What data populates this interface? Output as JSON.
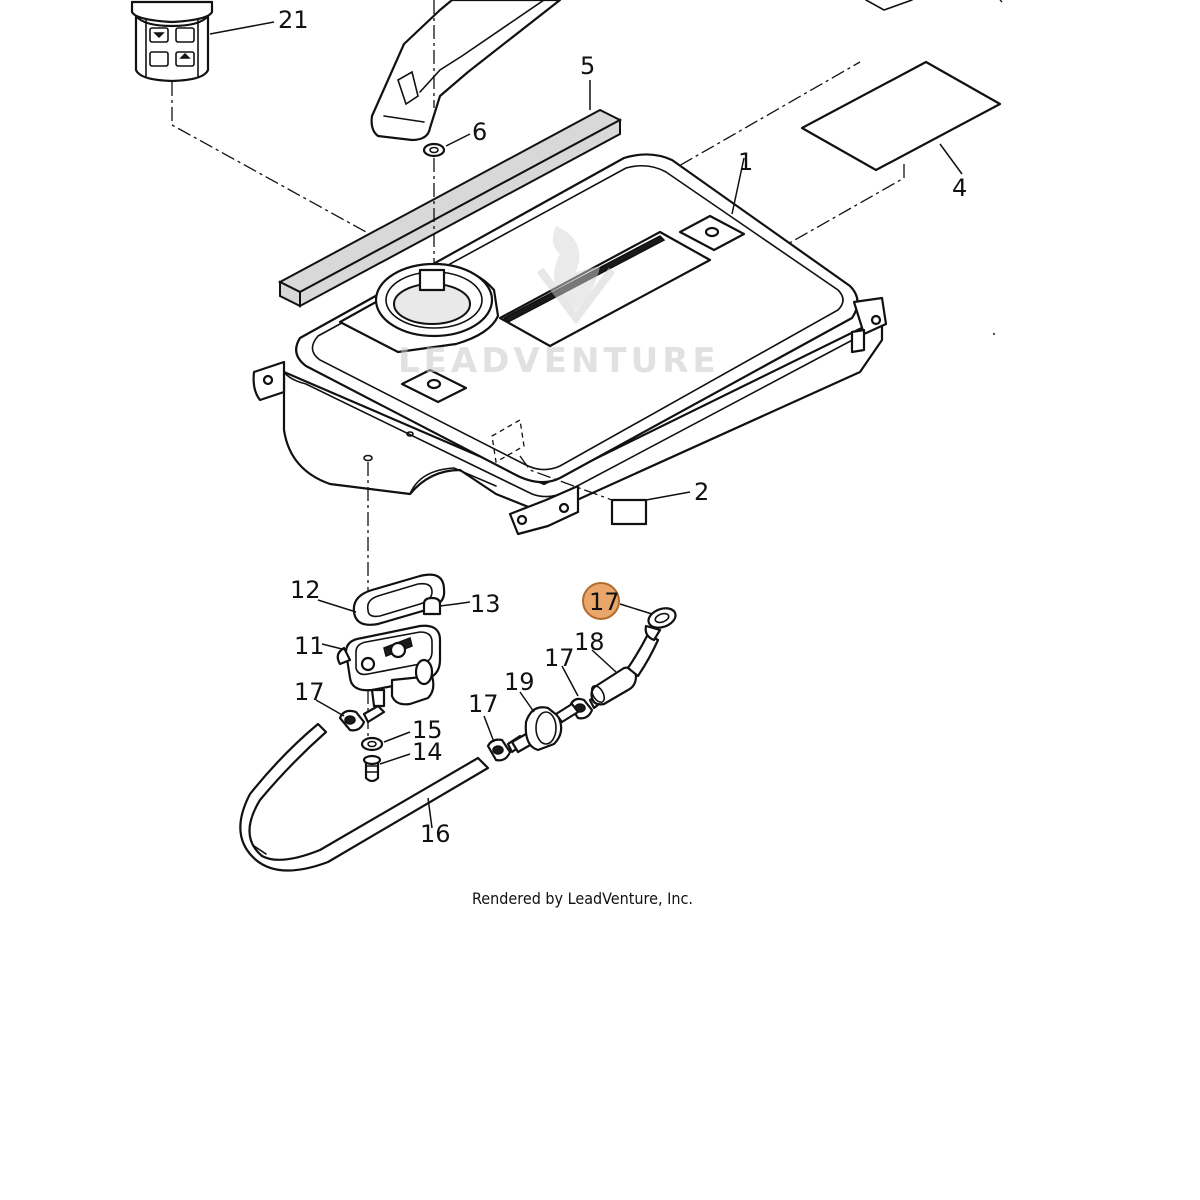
{
  "callouts": {
    "c1": "1",
    "c2": "2",
    "c4": "4",
    "c5": "5",
    "c6": "6",
    "c11": "11",
    "c12": "12",
    "c13": "13",
    "c14": "14",
    "c15": "15",
    "c16": "16",
    "c17_highlight": "17",
    "c17_a": "17",
    "c17_b": "17",
    "c17_c": "17",
    "c18": "18",
    "c19": "19",
    "c21": "21"
  },
  "footer": {
    "credit": "Rendered by LeadVenture, Inc."
  },
  "watermark": {
    "text": "LEADVENTURE"
  },
  "colors": {
    "highlight": "#e8a66a",
    "highlight_stroke": "#b36a2a",
    "ink": "#111111"
  }
}
